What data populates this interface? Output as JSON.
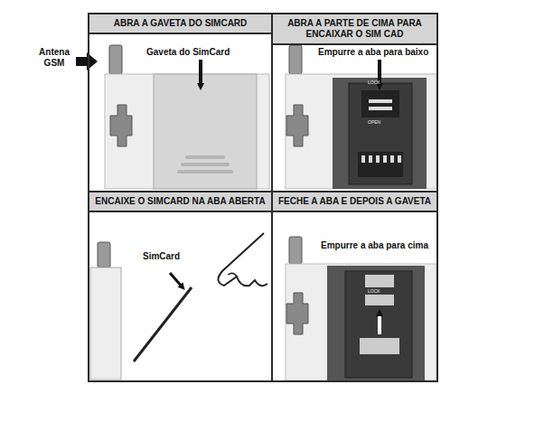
{
  "diagram": {
    "nodes": [
      {
        "text": [
          "ABRA A GAVETA DO SIMCARD"
        ]
      },
      {
        "text": [
          "ABRA A PARTE DE CIMA PARA ENCAIXAR O SIM CAD"
        ]
      },
      {
        "text": [
          "ENCAIXE O SIMCARD NA ABA ABERTA"
        ]
      },
      {
        "text": [
          "FECHE A ABA E DEPOIS A GAVETA"
        ]
      }
    ],
    "labels": [
      "Antena GSM",
      "Gaveta do SimCard",
      "Empurre a aba para baixo",
      "LOCK",
      "OPEN",
      "SimCard",
      "Empurre a aba para cima",
      "LOCK"
    ]
  }
}
